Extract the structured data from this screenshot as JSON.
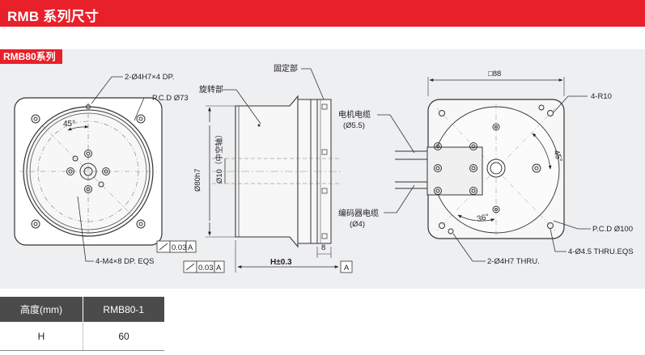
{
  "header": {
    "title": "RMB 系列尺寸"
  },
  "section": {
    "tag": "RMB80系列"
  },
  "drawing": {
    "front": {
      "holes_label": "2-Ø4H7×4 DP.",
      "pcd_label": "P.C.D Ø73",
      "angle_label": "45°",
      "thread_label": "4-M4×8 DP. EQS",
      "tolerance_value": "0.03",
      "datum": "A"
    },
    "side": {
      "fixed_label": "固定部",
      "rotating_label": "旋转部",
      "diameter_label": "Ø80h7",
      "bore_label": "Ø10（中空轴）",
      "width_label": "8",
      "height_label": "H±0.3",
      "tolerance_value": "0.03",
      "datum": "A",
      "datum_end": "A"
    },
    "rear": {
      "square_label": "□88",
      "radius_label": "4-R10",
      "motor_cable_label": "电机电缆",
      "motor_cable_dia": "(Ø5.5)",
      "encoder_cable_label": "编码器电缆",
      "encoder_cable_dia": "(Ø4)",
      "angle45_label": "45°",
      "angle36_label": "36°",
      "pcd_label": "P.C.D Ø100",
      "thru_holes_label": "2-Ø4H7 THRU.",
      "thru_eqs_label": "4-Ø4.5 THRU.EQS"
    }
  },
  "table": {
    "headers": [
      "高度(mm)",
      "RMB80-1"
    ],
    "rows": [
      [
        "H",
        "60"
      ]
    ]
  },
  "colors": {
    "accent": "#e8202a",
    "table_header": "#4b4b4b",
    "drawing_bg": "#eeeff1"
  }
}
